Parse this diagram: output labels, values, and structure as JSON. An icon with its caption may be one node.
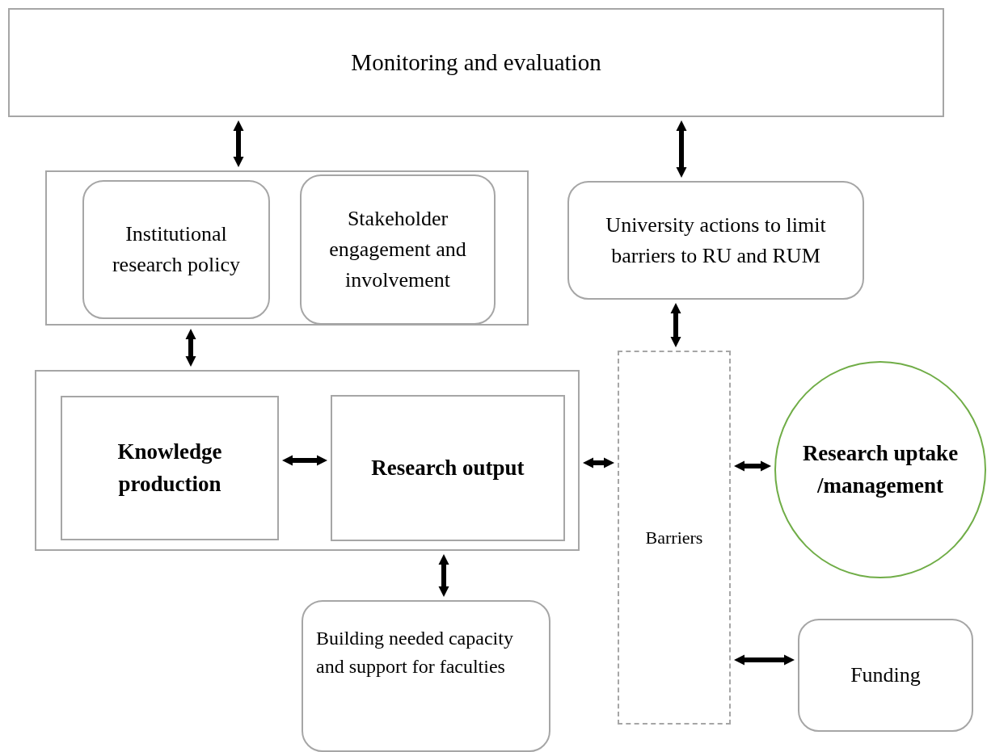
{
  "diagram": {
    "nodes": [
      {
        "text": [
          "Monitoring and evaluation"
        ]
      },
      {
        "text": [],
        "shape": "box"
      },
      {
        "text": [
          "Institutional research policy"
        ],
        "in": 1
      },
      {
        "text": [
          "Stakeholder engagement and involvement"
        ],
        "in": 1
      },
      {
        "text": [
          "University actions to limit barriers to RU and RUM"
        ]
      },
      {
        "text": [],
        "shape": "box"
      },
      {
        "text": [
          "Knowledge production"
        ],
        "in": 5
      },
      {
        "text": [
          "Research output"
        ],
        "in": 5
      },
      {
        "text": [
          "Barriers"
        ]
      },
      {
        "text": [
          "Research uptake /management"
        ]
      },
      {
        "text": [
          "Building needed capacity and support for faculties"
        ]
      },
      {
        "text": [
          "Funding"
        ]
      }
    ],
    "edges": [
      {
        "from": 0,
        "to": 1,
        "arrow": "both"
      },
      {
        "from": 0,
        "to": 4,
        "arrow": "both"
      },
      {
        "from": 1,
        "to": 5,
        "arrow": "both"
      },
      {
        "from": 6,
        "to": 7,
        "arrow": "both"
      },
      {
        "from": 5,
        "to": 8,
        "arrow": "both"
      },
      {
        "from": 4,
        "to": 8,
        "arrow": "both"
      },
      {
        "from": 8,
        "to": 9,
        "arrow": "both"
      },
      {
        "from": 5,
        "to": 10,
        "arrow": "both"
      },
      {
        "from": 8,
        "to": 11,
        "arrow": "both"
      }
    ]
  }
}
